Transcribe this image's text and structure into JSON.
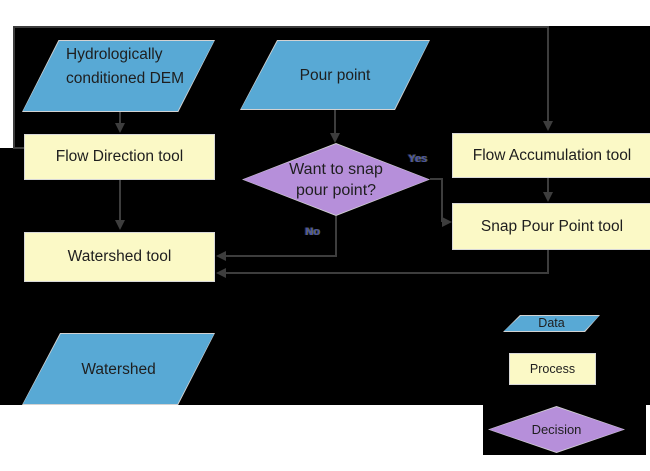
{
  "nodes": {
    "dem": {
      "label": "Hydrologically conditioned DEM",
      "type": "data"
    },
    "pour_point": {
      "label": "Pour point",
      "type": "data"
    },
    "flow_direction": {
      "label": "Flow Direction tool",
      "type": "process"
    },
    "flow_accumulation": {
      "label": "Flow Accumulation tool",
      "type": "process"
    },
    "snap_pour_point": {
      "label": "Snap Pour Point tool",
      "type": "process"
    },
    "decision": {
      "label": "Want to snap pour point?",
      "type": "decision"
    },
    "watershed_tool": {
      "label": "Watershed tool",
      "type": "process"
    },
    "watershed": {
      "label": "Watershed",
      "type": "data"
    }
  },
  "edges": {
    "yes_label": "Yes",
    "no_label": "No"
  },
  "legend": {
    "data_label": "Data",
    "process_label": "Process",
    "decision_label": "Decision"
  },
  "colors": {
    "data_fill": "#58a9d5",
    "process_fill": "#fbf9c6",
    "decision_fill": "#b68fda",
    "connector": "#3d3d3d",
    "background": "#000000",
    "shape_border": "#d2d2d2"
  }
}
